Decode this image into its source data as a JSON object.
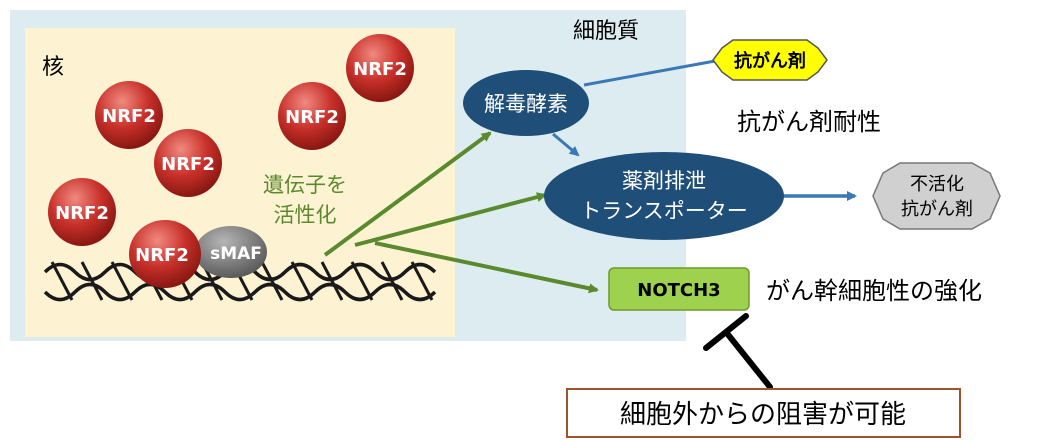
{
  "labels": {
    "nucleus": "核",
    "cytoplasm": "細胞質",
    "activate_line1": "遺伝子を",
    "activate_line2": "活性化",
    "detox": "解毒酵素",
    "transporter_line1": "薬剤排泄",
    "transporter_line2": "トランスポーター",
    "anticancer_drug": "抗がん剤",
    "resistance": "抗がん剤耐性",
    "inactive_line1": "不活化",
    "inactive_line2": "抗がん剤",
    "notch3": "NOTCH3",
    "stemness": "がん幹細胞性の強化",
    "inhibit": "細胞外からの阻害が可能"
  },
  "nrf2_label": "NRF2",
  "smaf_label": "sMAF",
  "colors": {
    "nucleus_bg": "#fdf3d3",
    "cytoplasm_bg": "#dcecf0",
    "nrf2": "#c8302a",
    "smaf": "#7a7a7a",
    "enzyme": "#1f4e79",
    "arrow_green": "#5b8a2e",
    "arrow_blue": "#3b78b5",
    "drug_yellow": "#ffff00",
    "notch3_green": "#9ed24e",
    "activate_text": "#5b8a2e",
    "box_border": "#a0522d"
  }
}
